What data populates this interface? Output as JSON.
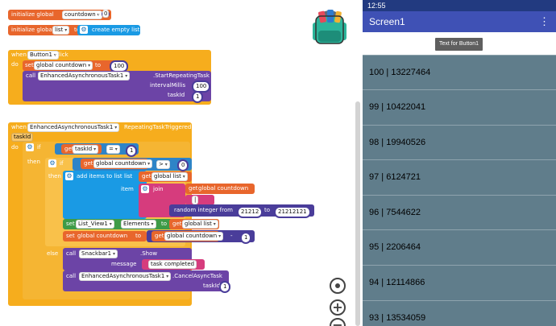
{
  "blocks": {
    "countdown_init": {
      "keyword": "initialize global",
      "name": "countdown",
      "to": "to",
      "value": "0"
    },
    "list_init": {
      "keyword": "initialize global",
      "name": "list",
      "to": "to",
      "value": "create empty list"
    },
    "button_click": {
      "when": "when",
      "component": "Button1",
      "event": "Click",
      "do": "do",
      "set_keyword": "set",
      "set_var": "global countdown",
      "set_to": "to",
      "set_value": "100",
      "call": "call",
      "task_component": "EnhancedAsynchronousTask1",
      "method": ".StartRepeatingTask",
      "param1": "intervalMillis",
      "param1_value": "100",
      "param2": "taskId",
      "param2_value": "1"
    },
    "repeating": {
      "when": "when",
      "component": "EnhancedAsynchronousTask1",
      "event": "RepeatingTaskTriggered",
      "param": "taskId",
      "do": "do",
      "if": "if",
      "then": "then",
      "else": "else",
      "get": "get",
      "get_taskid": "taskId",
      "eq_op": "=",
      "eq_value": "1",
      "get_countdown": "global countdown",
      "gt_op": ">",
      "gt_value": "0",
      "add_items": "add items to list",
      "list_label": "list",
      "get_list": "global list",
      "item_label": "item",
      "join": "join",
      "join_countdown": "global countdown",
      "join_sep": " | ",
      "random": "random integer from",
      "random_from": "21212",
      "random_to_label": "to",
      "random_to": "21212121",
      "set_keyword": "set",
      "listview": "List_View1",
      "elements": "Elements",
      "set_to": "to",
      "get_list2": "global list",
      "set_countdown": "global countdown",
      "set_countdown_to": "to",
      "get_countdown2": "global countdown",
      "minus_op": "-",
      "minus_value": "1",
      "call": "call",
      "snackbar": "Snackbar1",
      "show": ".Show",
      "message_label": "message",
      "message_value": "task completed",
      "task_component": "EnhancedAsynchronousTask1",
      "cancel": ".CancelAsyncTask",
      "taskid_label": "taskId",
      "taskid_value": "1"
    }
  },
  "phone": {
    "time": "12:55",
    "screen_title": "Screen1",
    "menu_icon": "⋮",
    "button_text": "Text for Button1",
    "rows": [
      "100 | 13227464",
      "99 | 10422041",
      "98 | 19940526",
      "97 | 6124721",
      "96 | 7544622",
      "95 | 2206464",
      "94 | 12114866",
      "93 | 13534059"
    ]
  },
  "icons": {
    "backpack": "backpack-icon",
    "target": "target-icon",
    "zoom_in": "+",
    "zoom_out": "−",
    "gear": "⚙"
  },
  "colors": {
    "variable": "#e8662c",
    "event": "#f6ad1d",
    "component": "#6c44a6",
    "list": "#1a9ae4",
    "text": "#d63c7d",
    "math": "#4a3d9a",
    "status_bar": "#223a80",
    "app_bar": "#3f51b5",
    "list_bg": "#607d8b"
  }
}
